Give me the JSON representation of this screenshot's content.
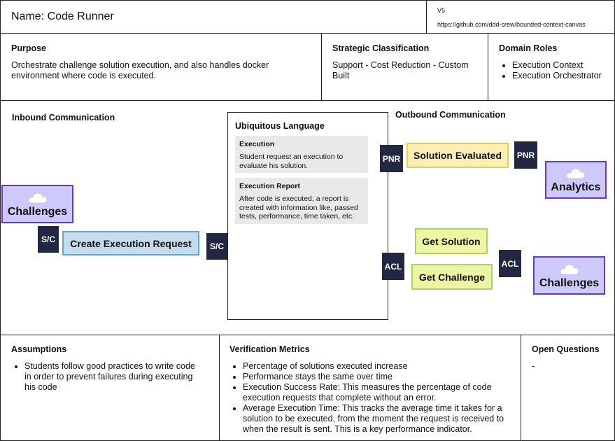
{
  "header": {
    "name": "Name: Code Runner",
    "version": "V5",
    "url": "https://github.com/ddd-crew/bounded-context-canvas"
  },
  "purpose": {
    "title": "Purpose",
    "text": "Orchestrate challenge solution execution, and also handles docker environment where code is executed."
  },
  "strategic": {
    "title": "Strategic Classification",
    "text": "Support - Cost Reduction - Custom Built"
  },
  "domain_roles": {
    "title": "Domain Roles",
    "items": [
      "Execution Context",
      "Execution Orchestrator"
    ]
  },
  "inbound": {
    "title": "Inbound Communication",
    "context": "Challenges",
    "tag_left": "S/C",
    "message": "Create Execution Request",
    "tag_right": "S/C"
  },
  "ubiquitous": {
    "title": "Ubiquitous Language",
    "terms": [
      {
        "term": "Execution",
        "desc": "Student request an execution to evaluate his solution."
      },
      {
        "term": "Execution Report",
        "desc": "After code is executed, a report is created with information like, passed tests, performance, time taken, etc."
      }
    ]
  },
  "outbound": {
    "title": "Outbound Communication",
    "pnr_left": "PNR",
    "event": "Solution Evaluated",
    "pnr_right": "PNR",
    "context_analytics": "Analytics",
    "acl_left": "ACL",
    "query1": "Get Solution",
    "query2": "Get Challenge",
    "acl_right": "ACL",
    "context_challenges": "Challenges"
  },
  "assumptions": {
    "title": "Assumptions",
    "items": [
      "Students follow good practices to write code in order to prevent failures during executing his code"
    ]
  },
  "verification": {
    "title": "Verification Metrics",
    "items": [
      "Percentage of solutions executed increase",
      "Performance stays the same over time",
      "Execution Success Rate: This measures the percentage of code execution requests that complete without an error.",
      "Average Execution Time: This tracks the average time it takes for a solution to be executed, from the moment the request is received to when the result is sent. This is a key performance indicator."
    ]
  },
  "open_questions": {
    "title": "Open Questions",
    "text": "-"
  },
  "colors": {
    "tag": "#222841",
    "context_fill": "#cdc9fb",
    "context_border": "#6c3ab7",
    "command_fill": "#c5dcef",
    "command_border": "#5da9e0",
    "event_fill": "#fcefb4",
    "event_border": "#f2c94c",
    "query_fill": "#eef6a4",
    "query_border": "#a6d36a"
  }
}
